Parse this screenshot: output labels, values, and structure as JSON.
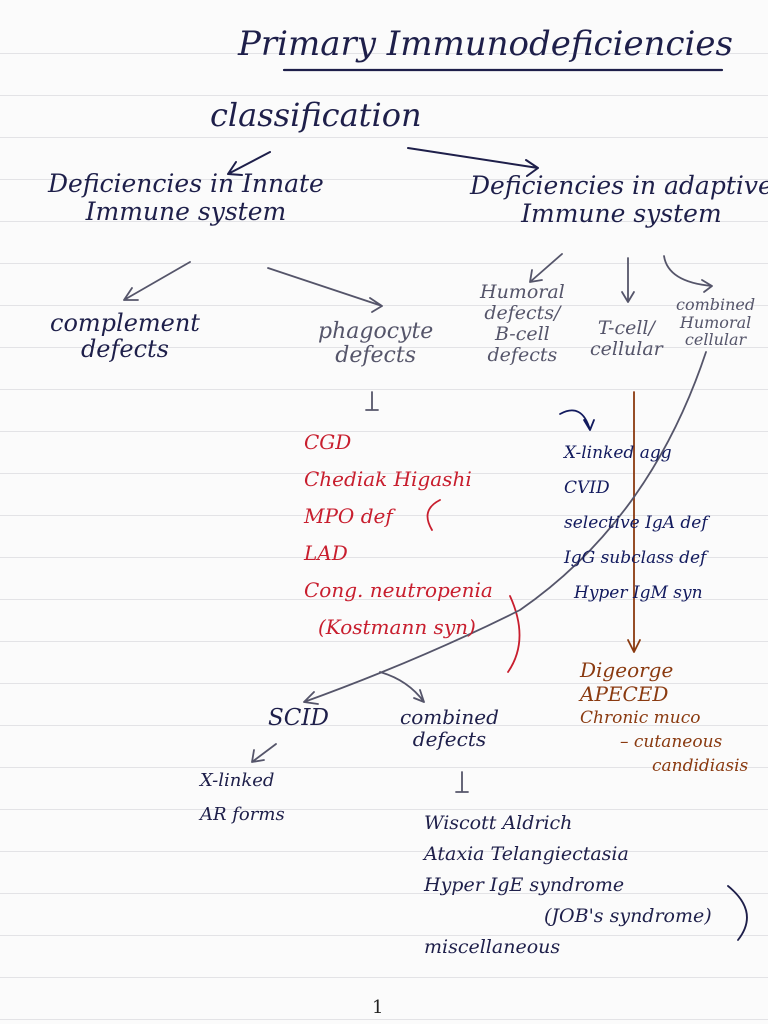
{
  "title": "Primary Immunodeficiencies",
  "classification": "classification",
  "innate": {
    "line1": "Deficiencies in Innate",
    "line2": "Immune system"
  },
  "adaptive": {
    "line1": "Deficiencies in adaptive",
    "line2": "Immune system"
  },
  "innate_children": {
    "complement": {
      "line1": "complement",
      "line2": "defects"
    },
    "phagocyte": {
      "line1": "phagocyte",
      "line2": "defects"
    }
  },
  "adaptive_children": {
    "humoral": {
      "line1": "Humoral",
      "line2": "defects/",
      "line3": "B-cell",
      "line4": "defects"
    },
    "tcell": {
      "line1": "T-cell/",
      "line2": "cellular"
    },
    "combined": {
      "line1": "combined",
      "line2": "Humoral",
      "line3": "cellular"
    }
  },
  "phagocyte_list": [
    "CGD",
    "Chediak Higashi",
    "MPO def",
    "LAD",
    "Cong. neutropenia",
    "(Kostmann syn)"
  ],
  "humoral_list": [
    "X-linked agg",
    "CVID",
    "selective IgA def",
    "IgG subclass def",
    "Hyper IgM syn"
  ],
  "tcell_list": [
    "Digeorge",
    "APECED",
    "Chronic muco",
    "– cutaneous",
    "candidiasis"
  ],
  "combined_children": {
    "scid": "SCID",
    "combined_defects": {
      "line1": "combined",
      "line2": "defects"
    }
  },
  "scid_list": [
    "X-linked",
    "AR forms"
  ],
  "combined_list": [
    "Wiscott Aldrich",
    "Ataxia Telangiectasia",
    "Hyper IgE syndrome",
    "(JOB's syndrome)",
    "miscellaneous"
  ],
  "page_number": "1",
  "colors": {
    "ink": "#1e1f4a",
    "gray": "#55556a",
    "red": "#c81e2e",
    "navy": "#121a5e",
    "brown": "#8a3a10"
  }
}
